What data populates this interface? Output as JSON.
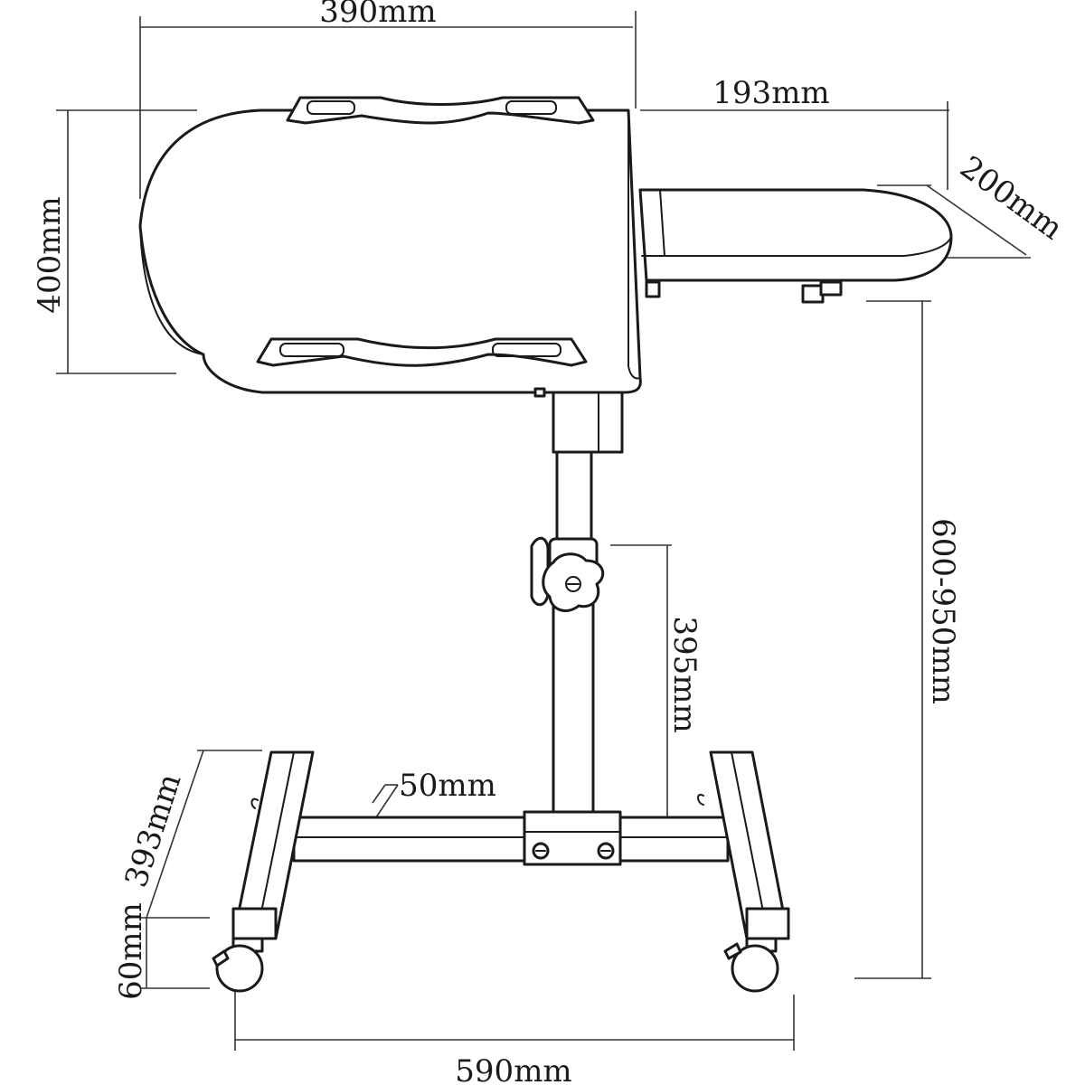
{
  "dimensions": {
    "top_width": "390mm",
    "top_depth": "400mm",
    "side_tray_width": "193mm",
    "side_tray_depth": "200mm",
    "height_range": "600-950mm",
    "column_travel": "395mm",
    "tube_width": "50mm",
    "base_depth": "393mm",
    "caster_height": "60mm",
    "base_width": "590mm"
  },
  "colors": {
    "line": "#1a1a1a",
    "background": "#ffffff"
  }
}
